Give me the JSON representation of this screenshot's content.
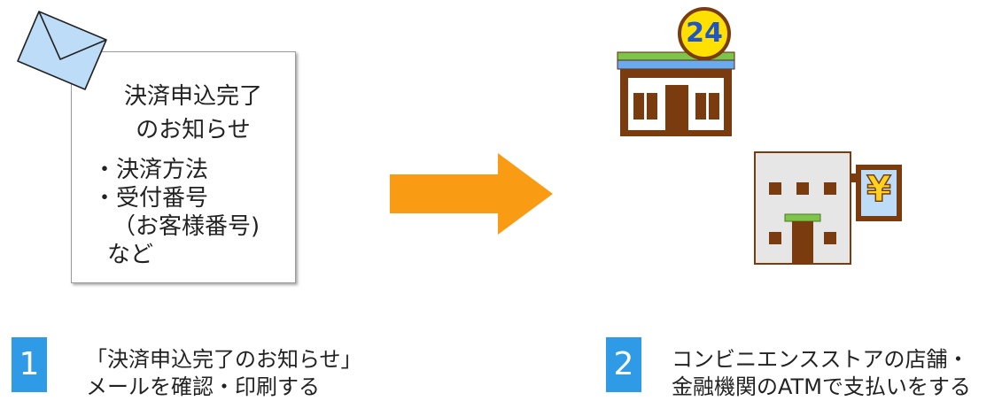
{
  "notice": {
    "title_line1": "決済申込完了",
    "title_line2": "のお知らせ",
    "items": [
      "・決済方法",
      "・受付番号",
      "（お客様番号)",
      "など"
    ]
  },
  "store": {
    "badge_number": "24"
  },
  "bank": {
    "sign": "¥"
  },
  "steps": [
    {
      "number": "1",
      "line1": "「決済申込完了のお知らせ」",
      "line2": "メールを確認・印刷する"
    },
    {
      "number": "2",
      "line1": "コンビニエンスストアの店舗・",
      "line2": "金融機関のATMで支払いをする"
    }
  ],
  "colors": {
    "arrow": "#f99c14",
    "badge": "#2f9ae6",
    "envelope": "#bcdcf7",
    "store_brown": "#7a3b0f",
    "store_green": "#7ec44a",
    "store_blue": "#6aaaf0",
    "badge_yellow": "#ffe000",
    "bank_gray": "#e6e6e6"
  }
}
